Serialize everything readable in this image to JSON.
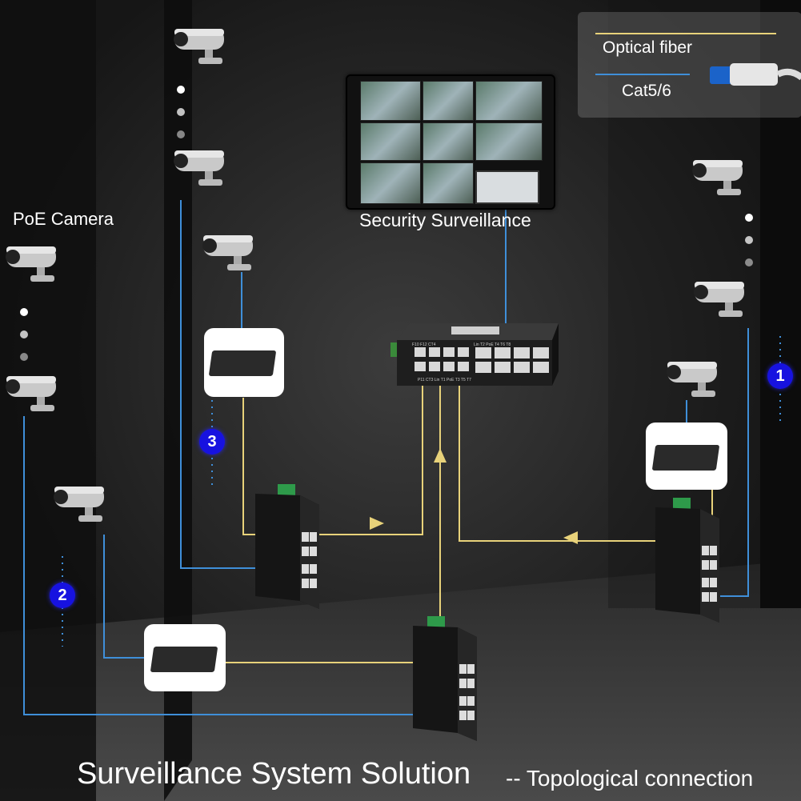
{
  "legend": {
    "fiber_label": "Optical fiber",
    "cat_label": "Cat5/6"
  },
  "labels": {
    "poe_camera": "PoE Camera",
    "surveillance": "Security Surveillance",
    "title": "Surveillance System Solution",
    "subtitle": "-- Topological connection"
  },
  "badges": [
    "1",
    "2",
    "3"
  ],
  "switch_ports_top": [
    "F10",
    "F12",
    "CT4",
    "Lin",
    "T2",
    "PoE",
    "T4",
    "T6",
    "T8"
  ],
  "switch_ports_bottom": [
    "P11",
    "CT3",
    "Lin",
    "T1",
    "PoE",
    "T3",
    "T5",
    "T7"
  ],
  "colors": {
    "fiber": "#e8d27a",
    "cat": "#3f8fd9",
    "badge": "#1712e0"
  }
}
